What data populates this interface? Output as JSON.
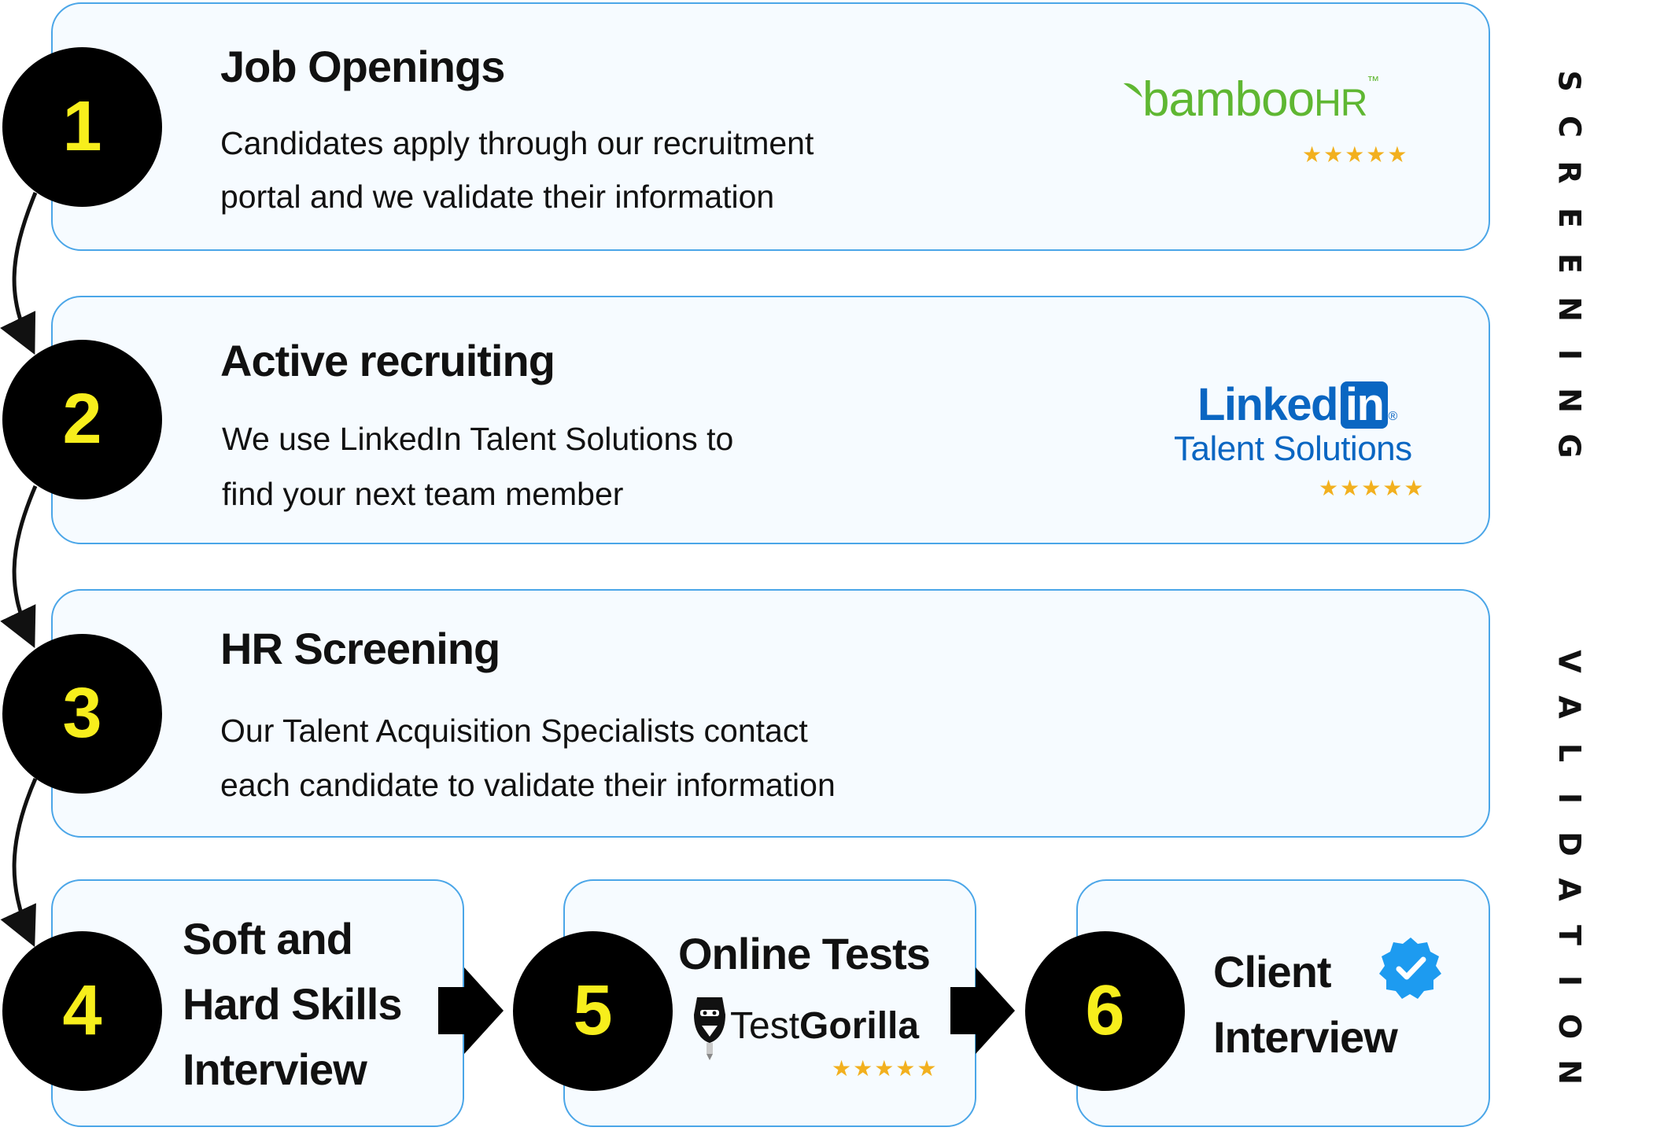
{
  "steps": [
    {
      "number": "1",
      "title": "Job Openings",
      "description": [
        "Candidates apply through our recruitment",
        "portal and we validate their information"
      ],
      "tool": {
        "name": "bamboo",
        "suffix": "HR",
        "tm": "™",
        "icon": "bamboo-leaf-icon",
        "rating": "★★★★★",
        "color": "#5fb732"
      }
    },
    {
      "number": "2",
      "title": "Active recruiting",
      "description": [
        "We use LinkedIn Talent Solutions to",
        "find your next team member"
      ],
      "tool": {
        "name": "Linked",
        "badge": "in",
        "reg": "®",
        "subtitle": "Talent Solutions",
        "rating": "★★★★★",
        "color": "#0a66c2"
      }
    },
    {
      "number": "3",
      "title": "HR Screening",
      "description": [
        "Our Talent Acquisition Specialists contact",
        "each candidate to validate their information"
      ]
    },
    {
      "number": "4",
      "title_lines": [
        "Soft and",
        "Hard Skills",
        "Interview"
      ]
    },
    {
      "number": "5",
      "title": "Online Tests",
      "tool": {
        "name_light": "Test",
        "name_bold": "Gorilla",
        "icon": "gorilla-icon",
        "rating": "★★★★★"
      }
    },
    {
      "number": "6",
      "title_lines": [
        "Client",
        "Interview"
      ],
      "icon": "verified-badge-icon"
    }
  ],
  "side_labels": {
    "screening": "SCREENING",
    "validation": "VALIDATION"
  },
  "colors": {
    "card_border": "#4ba6e8",
    "card_fill": "#f6fbff",
    "circle": "#000000",
    "number": "#f7ee1c",
    "star": "#f2b01e",
    "badge_blue": "#1d9bf0"
  }
}
